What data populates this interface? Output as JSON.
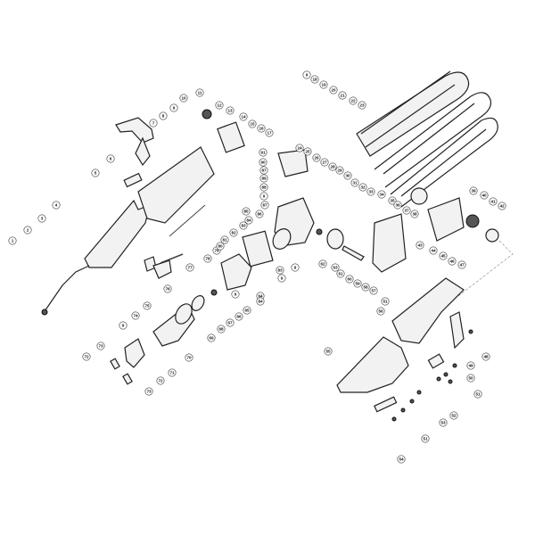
{
  "diagram": {
    "type": "exploded-parts-view",
    "callouts": [
      "1",
      "2",
      "3",
      "4",
      "5",
      "6",
      "7",
      "8",
      "9",
      "10",
      "11",
      "12",
      "13",
      "14",
      "15",
      "16",
      "17",
      "9",
      "18",
      "19",
      "20",
      "21",
      "22",
      "23",
      "24",
      "25",
      "26",
      "27",
      "28",
      "29",
      "30",
      "31",
      "32",
      "33",
      "34",
      "35",
      "36",
      "37",
      "38",
      "39",
      "40",
      "41",
      "42",
      "43",
      "44",
      "45",
      "46",
      "47",
      "48",
      "49",
      "50",
      "51",
      "52",
      "53",
      "51",
      "54",
      "55",
      "56",
      "51",
      "57",
      "58",
      "59",
      "60",
      "61",
      "62",
      "63",
      "64",
      "65",
      "66",
      "67",
      "68",
      "69",
      "70",
      "71",
      "72",
      "73",
      "72",
      "73",
      "74",
      "75",
      "76",
      "77",
      "78",
      "79",
      "80",
      "81",
      "82",
      "83",
      "84",
      "85",
      "86",
      "87",
      "9",
      "88",
      "89",
      "87",
      "90",
      "91",
      "9",
      "83",
      "9",
      "9",
      "84",
      "9"
    ]
  }
}
